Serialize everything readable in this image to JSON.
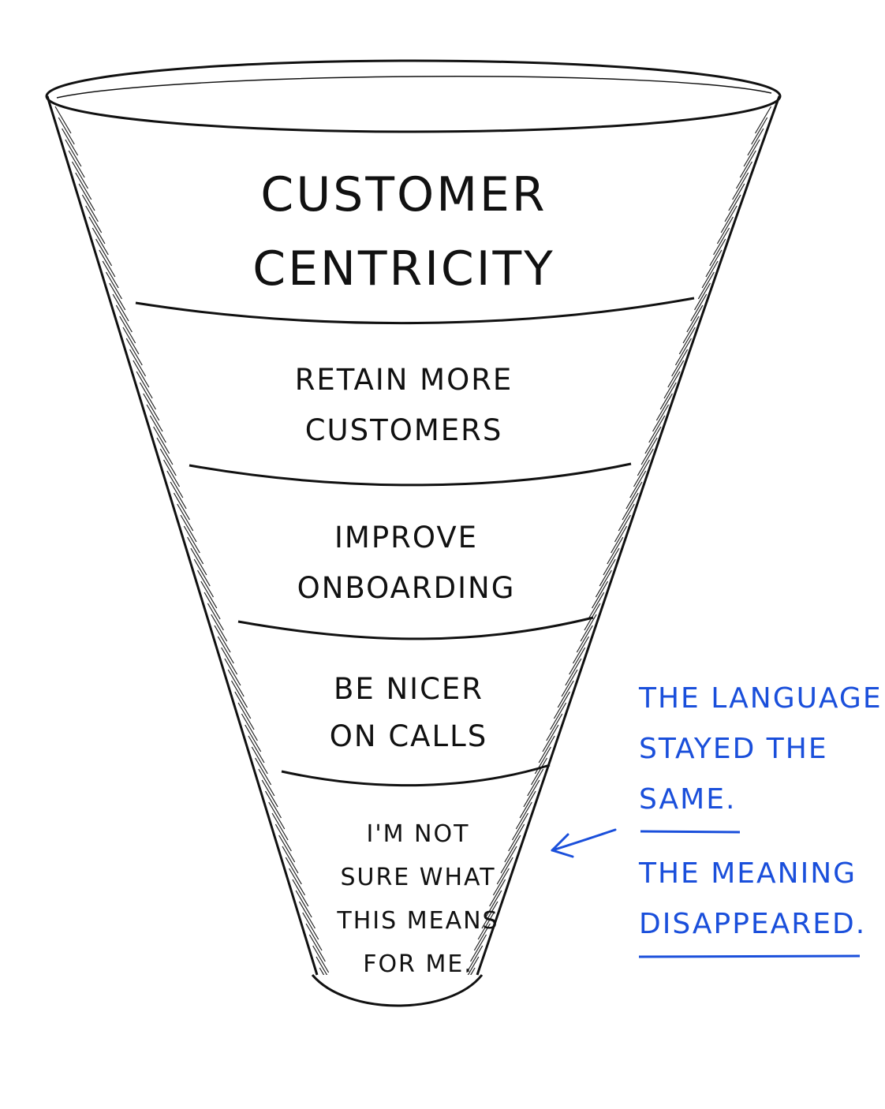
{
  "funnel": {
    "levels": [
      {
        "label": "CUSTOMER\nCENTRICITY"
      },
      {
        "label": "RETAIN MORE\nCUSTOMERS"
      },
      {
        "label": "IMPROVE\nONBOARDING"
      },
      {
        "label": "BE NICER\nON CALLS"
      },
      {
        "label": "I'M NOT\nSURE WHAT\nTHIS MEANS\nFOR ME."
      }
    ]
  },
  "annotation": {
    "first": "THE LANGUAGE\nSTAYED THE\nSAME.",
    "second": "THE MEANING\nDISAPPEARED.",
    "color": "#1a4fdb"
  }
}
